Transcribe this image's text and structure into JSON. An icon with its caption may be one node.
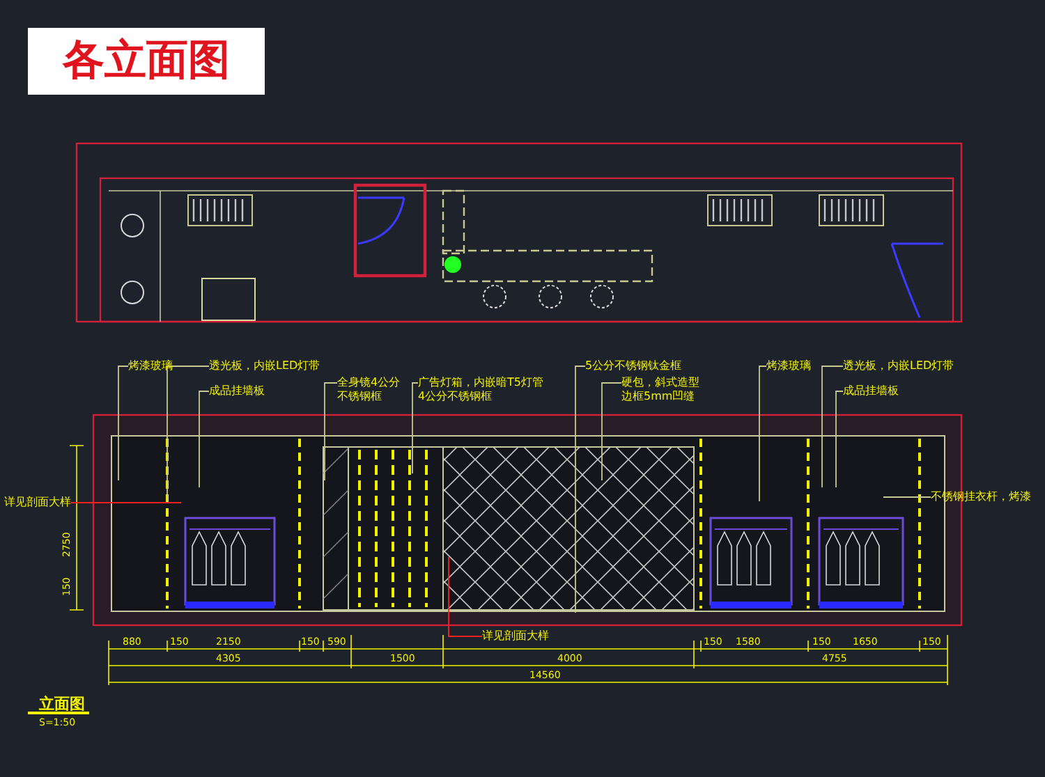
{
  "diagram": {
    "title": "各立面图",
    "nodes": [
      {
        "text": [
          "烤漆玻璃"
        ]
      },
      {
        "text": [
          "透光板，内嵌LED灯带"
        ]
      },
      {
        "text": [
          "成品挂墙板"
        ]
      },
      {
        "text": [
          "全身镜4公分不锈钢框"
        ]
      },
      {
        "text": [
          "广告灯箱，内嵌暗T5灯管4公分不锈钢框"
        ]
      },
      {
        "text": [
          "5公分不锈钢钛金框"
        ]
      },
      {
        "text": [
          "硬包，斜式造型边框5mm凹缝"
        ]
      },
      {
        "text": [
          "烤漆玻璃"
        ]
      },
      {
        "text": [
          "透光板，内嵌LED灯带"
        ]
      },
      {
        "text": [
          "成品挂墙板"
        ]
      },
      {
        "text": [
          "不锈钢挂衣杆，烤漆"
        ]
      },
      {
        "text": [
          "详见剖面大样"
        ]
      },
      {
        "text": [
          "详见剖面大样"
        ]
      }
    ],
    "edges": [
      {
        "from": 0,
        "to": null,
        "arrow": "none"
      },
      {
        "from": 1,
        "to": null,
        "arrow": "none"
      },
      {
        "from": 2,
        "to": null,
        "arrow": "none"
      },
      {
        "from": 3,
        "to": null,
        "arrow": "none"
      },
      {
        "from": 4,
        "to": null,
        "arrow": "none"
      },
      {
        "from": 5,
        "to": null,
        "arrow": "none"
      },
      {
        "from": 6,
        "to": null,
        "arrow": "none"
      },
      {
        "from": 7,
        "to": null,
        "arrow": "none"
      },
      {
        "from": 8,
        "to": null,
        "arrow": "none"
      },
      {
        "from": 9,
        "to": null,
        "arrow": "none"
      },
      {
        "from": 10,
        "to": null,
        "arrow": "none"
      },
      {
        "from": 11,
        "to": null,
        "arrow": "none",
        "color": "#ff2020"
      },
      {
        "from": 12,
        "to": null,
        "arrow": "none",
        "color": "#ff2020"
      }
    ],
    "labels": [
      "2750",
      "150",
      "880",
      "150",
      "2150",
      "150",
      "590",
      "150",
      "1580",
      "150",
      "1650",
      "150",
      "4305",
      "1500",
      "4000",
      "4755",
      "14560",
      "立面图",
      "S=1:50"
    ]
  }
}
